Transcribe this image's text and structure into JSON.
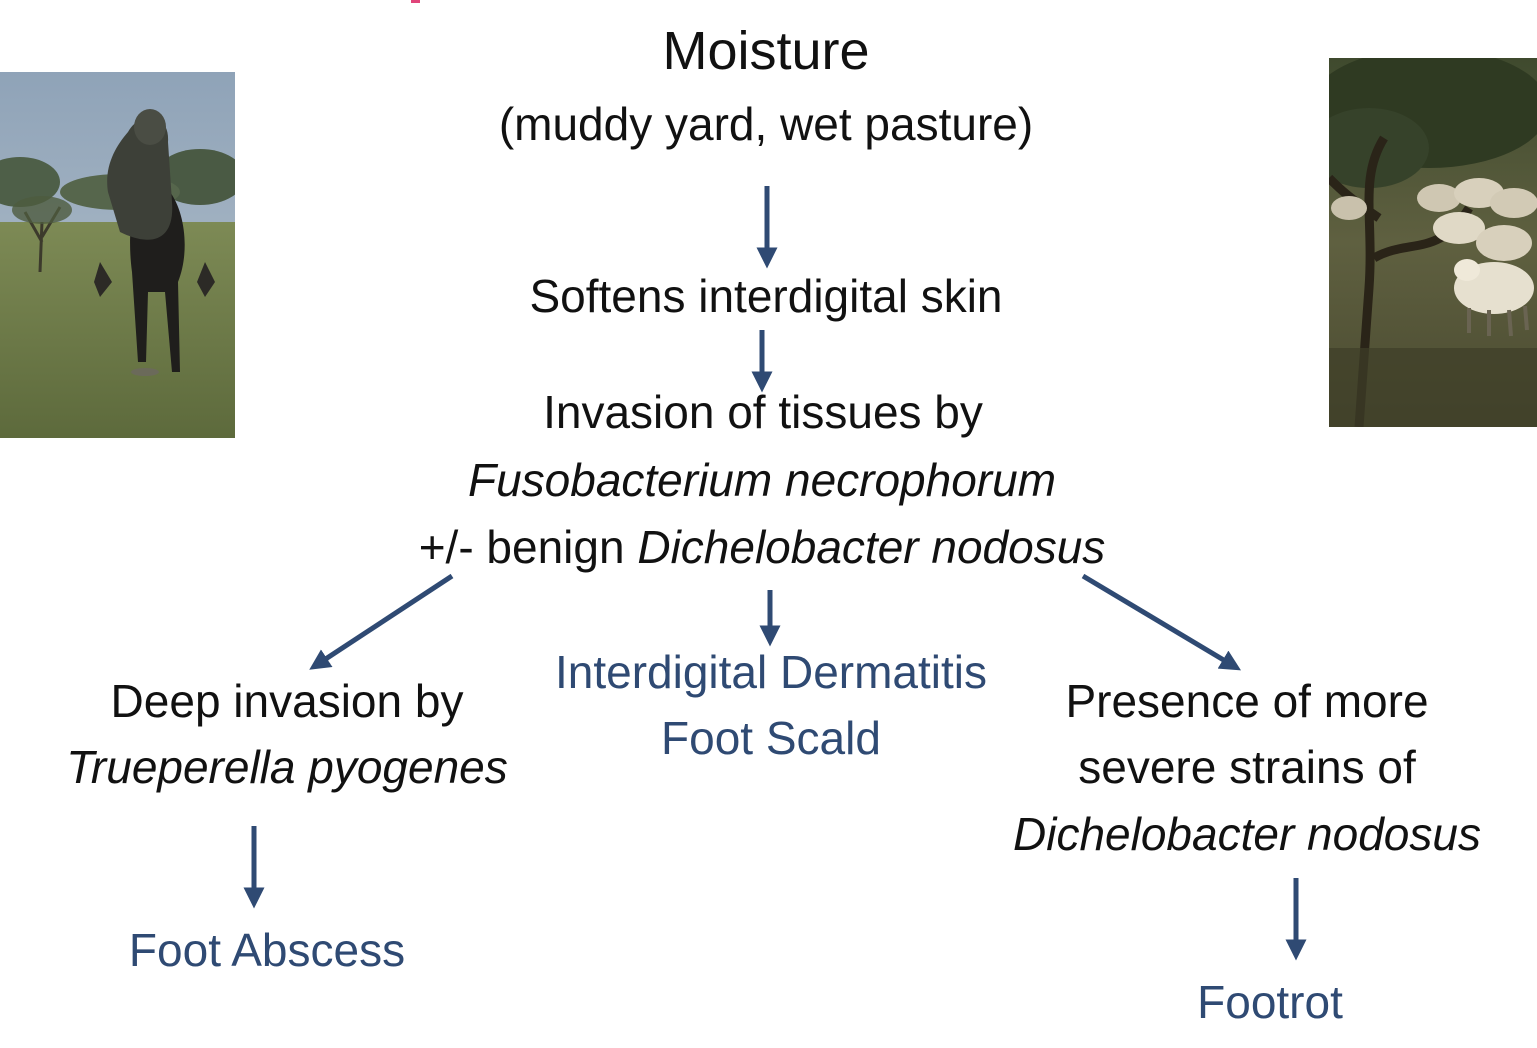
{
  "diagram": {
    "moisture": {
      "title": "Moisture",
      "subtitle": "(muddy yard, wet pasture)"
    },
    "softens": "Softens interdigital skin",
    "invasion": {
      "line1": "Invasion of tissues by",
      "line2": "Fusobacterium necrophorum",
      "line3_plain": "+/- benign ",
      "line3_italic": "Dichelobacter nodosus"
    },
    "left_branch": {
      "line1": "Deep invasion by",
      "line2": "Trueperella pyogenes",
      "outcome": "Foot Abscess"
    },
    "middle_branch": {
      "line1": "Interdigital Dermatitis",
      "line2": "Foot Scald"
    },
    "right_branch": {
      "line1": "Presence of more",
      "line2": "severe strains of",
      "line3": "Dichelobacter nodosus",
      "outcome": "Footrot"
    }
  },
  "colors": {
    "text": "#111111",
    "outcome_blue": "#2f4a73",
    "arrow": "#2f4a73",
    "accent": "#e0457a"
  }
}
